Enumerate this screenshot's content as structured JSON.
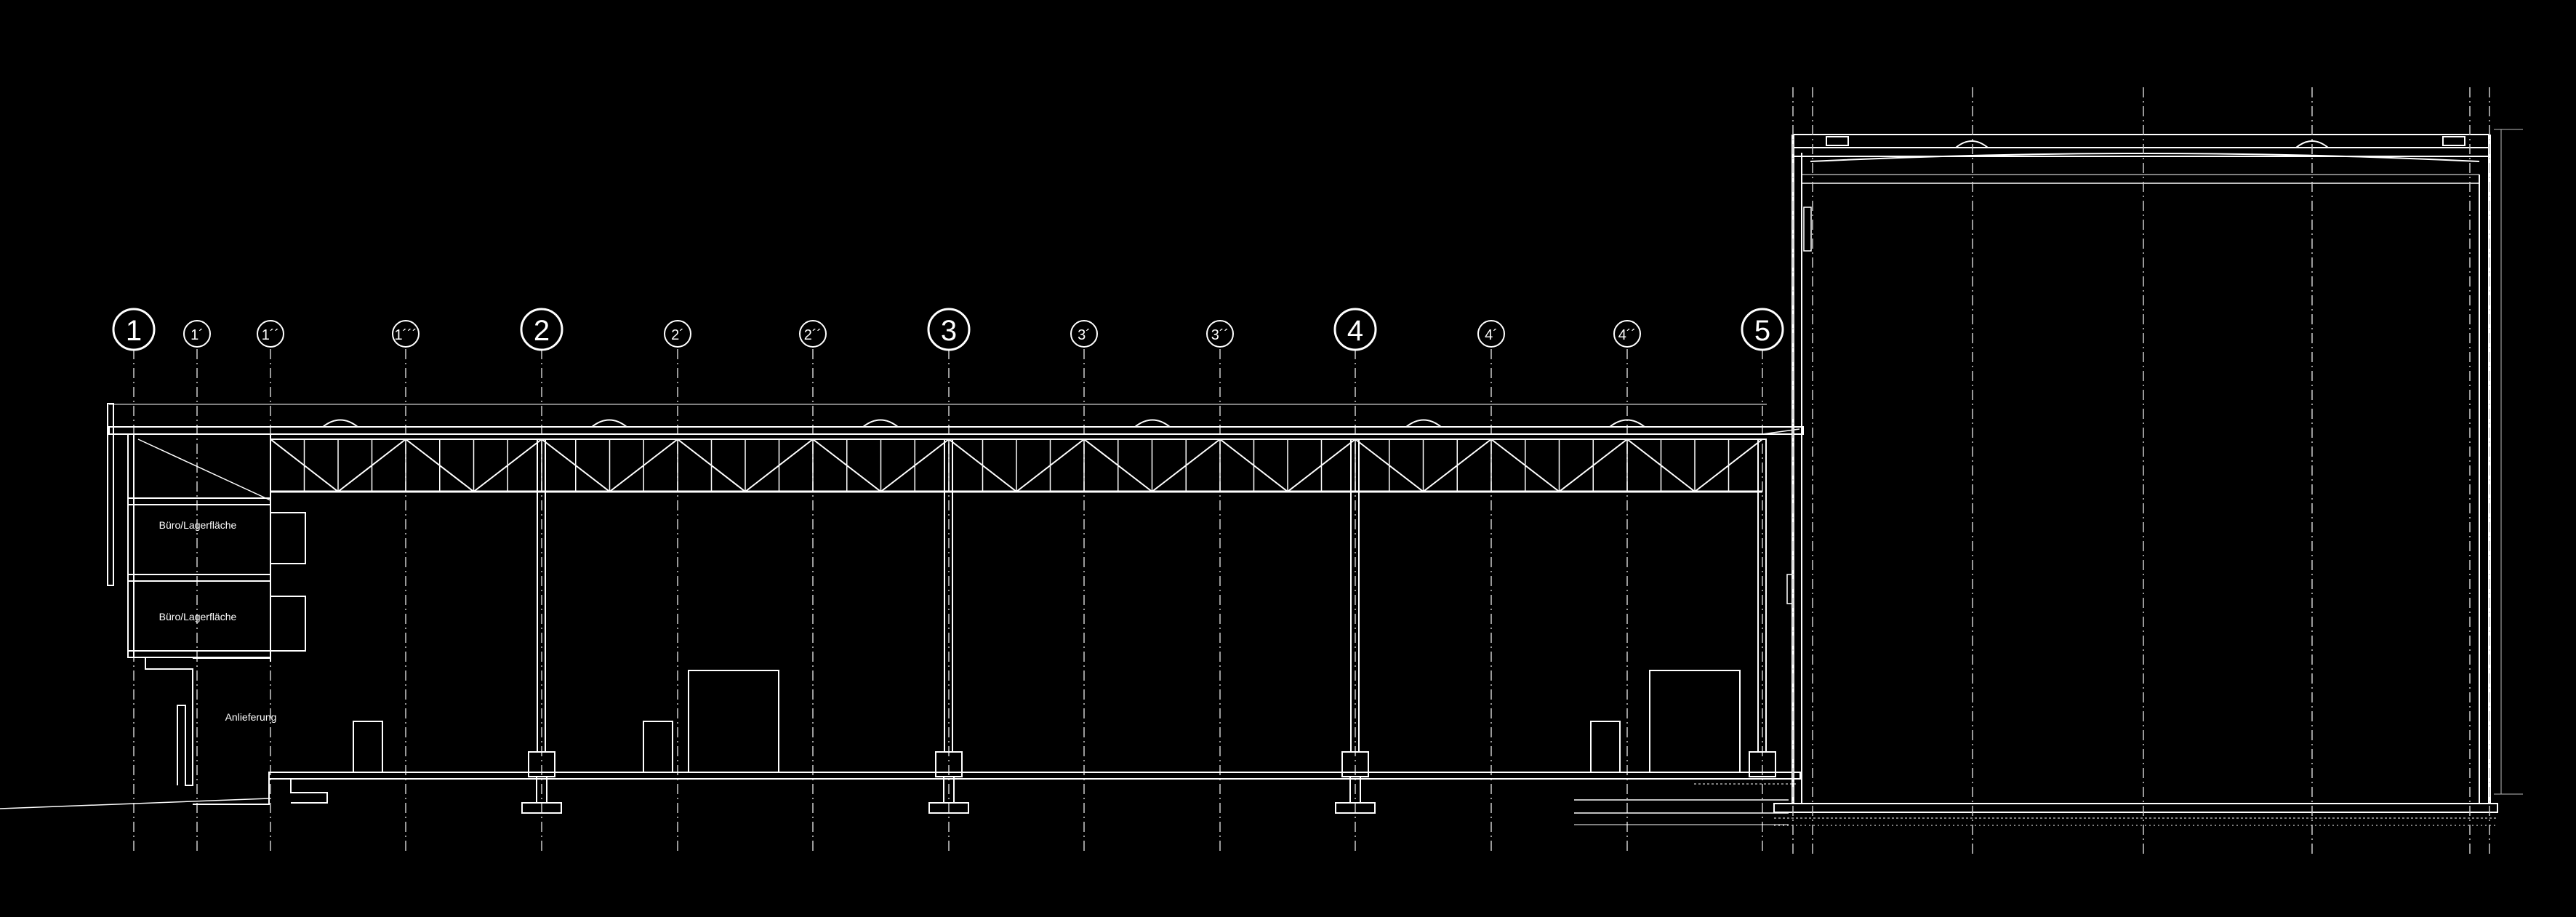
{
  "axes": [
    {
      "id": "1",
      "label": "1",
      "major": true
    },
    {
      "id": "1a",
      "label": "1´",
      "major": false
    },
    {
      "id": "1b",
      "label": "1´´",
      "major": false
    },
    {
      "id": "1c",
      "label": "1´´´",
      "major": false
    },
    {
      "id": "2",
      "label": "2",
      "major": true
    },
    {
      "id": "2a",
      "label": "2´",
      "major": false
    },
    {
      "id": "2b",
      "label": "2´´",
      "major": false
    },
    {
      "id": "3",
      "label": "3",
      "major": true
    },
    {
      "id": "3a",
      "label": "3´",
      "major": false
    },
    {
      "id": "3b",
      "label": "3´´",
      "major": false
    },
    {
      "id": "4",
      "label": "4",
      "major": true
    },
    {
      "id": "4a",
      "label": "4´",
      "major": false
    },
    {
      "id": "4b",
      "label": "4´´",
      "major": false
    },
    {
      "id": "5",
      "label": "5",
      "major": true
    }
  ],
  "rooms": {
    "office_upper": "Büro/Lagerfläche",
    "office_lower": "Büro/Lagerfläche",
    "delivery": "Anlieferung"
  },
  "colors": {
    "background": "#000000",
    "line": "#ffffff",
    "dim_line": "#bbbbbb"
  }
}
